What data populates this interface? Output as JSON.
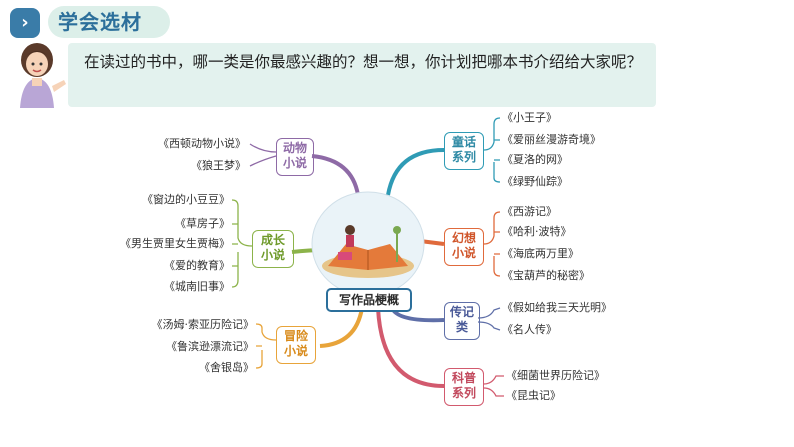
{
  "header": {
    "arrow": "›",
    "title": "学会选材"
  },
  "prompt": {
    "text": "在读过的书中，哪一类是你最感兴趣的？想一想，你计划把哪本书介绍给大家呢？"
  },
  "center": {
    "label": "写作品梗概"
  },
  "branches": {
    "animal": {
      "label": "动物\n小说",
      "items": [
        "《西顿动物小说》",
        "《狼王梦》"
      ]
    },
    "growth": {
      "label": "成长\n小说",
      "items": [
        "《窗边的小豆豆》",
        "《草房子》",
        "《男生贾里女生贾梅》",
        "《爱的教育》",
        "《城南旧事》"
      ]
    },
    "adventure": {
      "label": "冒险\n小说",
      "items": [
        "《汤姆·索亚历险记》",
        "《鲁滨逊漂流记》",
        "《舍银岛》"
      ]
    },
    "fairy": {
      "label": "童话\n系列",
      "items": [
        "《小王子》",
        "《爱丽丝漫游奇境》",
        "《夏洛的网》",
        "《绿野仙踪》"
      ]
    },
    "fantasy": {
      "label": "幻想\n小说",
      "items": [
        "《西游记》",
        "《哈利·波特》",
        "《海底两万里》",
        "《宝葫芦的秘密》"
      ]
    },
    "biography": {
      "label": "传记\n类",
      "items": [
        "《假如给我三天光明》",
        "《名人传》"
      ]
    },
    "science": {
      "label": "科普\n系列",
      "items": [
        "《细菌世界历险记》",
        "《昆虫记》"
      ]
    }
  },
  "colors": {
    "animal": "#8e6aa6",
    "growth": "#8cb34a",
    "adventure": "#e8a43a",
    "fairy": "#2f9bb5",
    "fantasy": "#e06a3c",
    "biography": "#5f6fa8",
    "science": "#d25a6e",
    "accent": "#2c6f9b"
  }
}
